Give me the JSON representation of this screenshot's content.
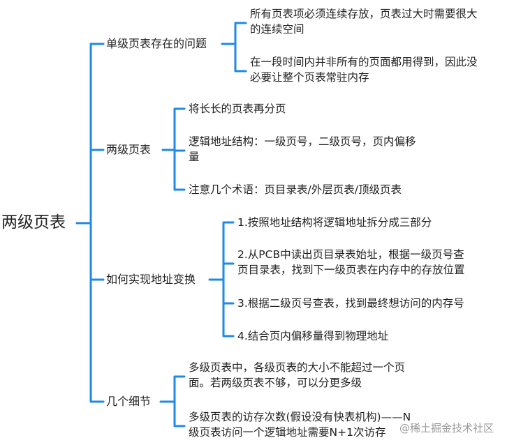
{
  "mindmap": {
    "root": "两级页表",
    "line_color": "#1E8AE6",
    "branches": [
      {
        "label": "单级页表存在的问题",
        "children": [
          [
            "所有页表项必须连续存放，页表过大时需要很大",
            "的连续空间"
          ],
          [
            "在一段时间内并非所有的页面都用得到，因此没",
            "必要让整个页表常驻内存"
          ]
        ]
      },
      {
        "label": "两级页表",
        "children": [
          [
            "将长长的页表再分页"
          ],
          [
            "逻辑地址结构：一级页号，二级页号，页内偏移",
            "量"
          ],
          [
            "注意几个术语：页目录表/外层页表/顶级页表"
          ]
        ]
      },
      {
        "label": "如何实现地址变换",
        "children": [
          [
            "1.按照地址结构将逻辑地址拆分成三部分"
          ],
          [
            "2.从PCB中读出页目录表始址，根据一级页号查",
            "页目录表，找到下一级页表在内存中的存放位置"
          ],
          [
            "3.根据二级页号查表，找到最终想访问的内存号"
          ],
          [
            "4.结合页内偏移量得到物理地址"
          ]
        ]
      },
      {
        "label": "几个细节",
        "children": [
          [
            "多级页表中，各级页表的大小不能超过一个页",
            "面。若两级页表不够，可以分更多级"
          ],
          [
            "多级页表的访存次数(假设没有快表机构)——N",
            "级页表访问一个逻辑地址需要N+1次访存"
          ]
        ]
      }
    ]
  },
  "watermark": "@稀土掘金技术社区"
}
